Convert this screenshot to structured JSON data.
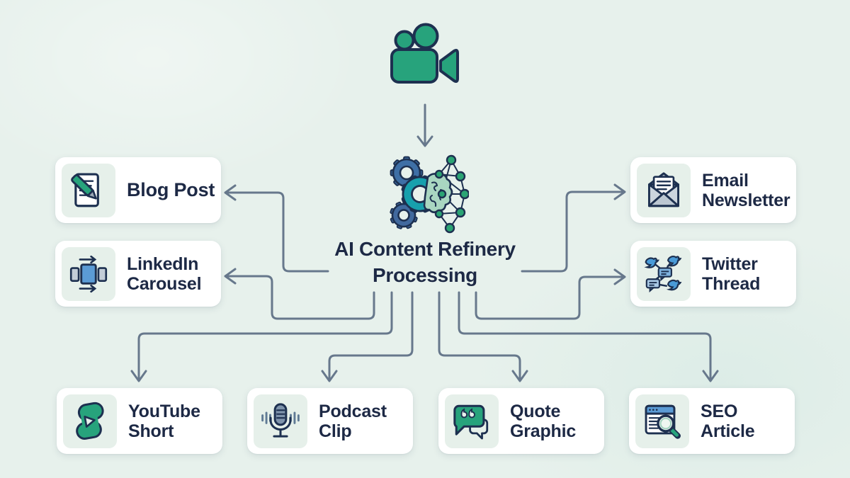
{
  "title": {
    "line1": "AI Content Refinery",
    "line2": "Processing"
  },
  "source": {
    "icon": "video-camera-icon",
    "label": ""
  },
  "processor": {
    "icon": "ai-gears-brain-network-icon"
  },
  "nodes": [
    {
      "id": "blog-post",
      "line1": "Blog Post",
      "line2": "",
      "icon": "document-pen-icon"
    },
    {
      "id": "linkedin-carousel",
      "line1": "LinkedIn",
      "line2": "Carousel",
      "icon": "carousel-slides-icon"
    },
    {
      "id": "email-newsletter",
      "line1": "Email",
      "line2": "Newsletter",
      "icon": "open-envelope-icon"
    },
    {
      "id": "twitter-thread",
      "line1": "Twitter",
      "line2": "Thread",
      "icon": "twitter-birds-thread-icon"
    },
    {
      "id": "youtube-short",
      "line1": "YouTube",
      "line2": "Short",
      "icon": "youtube-shorts-icon"
    },
    {
      "id": "podcast-clip",
      "line1": "Podcast",
      "line2": "Clip",
      "icon": "microphone-waves-icon"
    },
    {
      "id": "quote-graphic",
      "line1": "Quote",
      "line2": "Graphic",
      "icon": "quote-bubbles-icon"
    },
    {
      "id": "seo-article",
      "line1": "SEO",
      "line2": "Article",
      "icon": "browser-magnifier-icon"
    }
  ],
  "connections": [
    {
      "from": "video-source",
      "to": "processor"
    },
    {
      "from": "processor",
      "to": "blog-post"
    },
    {
      "from": "processor",
      "to": "linkedin-carousel"
    },
    {
      "from": "processor",
      "to": "email-newsletter"
    },
    {
      "from": "processor",
      "to": "twitter-thread"
    },
    {
      "from": "processor",
      "to": "youtube-short"
    },
    {
      "from": "processor",
      "to": "podcast-clip"
    },
    {
      "from": "processor",
      "to": "quote-graphic"
    },
    {
      "from": "processor",
      "to": "seo-article"
    }
  ],
  "colors": {
    "background": "#e7f1ec",
    "card": "#ffffff",
    "tile": "#e6f0ea",
    "text_navy": "#1d2945",
    "outline_navy": "#1d3050",
    "arrow_gray": "#67788c",
    "accent_green": "#27a37c",
    "accent_teal": "#17a0ad",
    "accent_blue": "#4a9bd8",
    "steel_blue": "#3e6fa6",
    "soft_gray": "#c3cdd7",
    "brain_mint": "#a9d6c1"
  }
}
